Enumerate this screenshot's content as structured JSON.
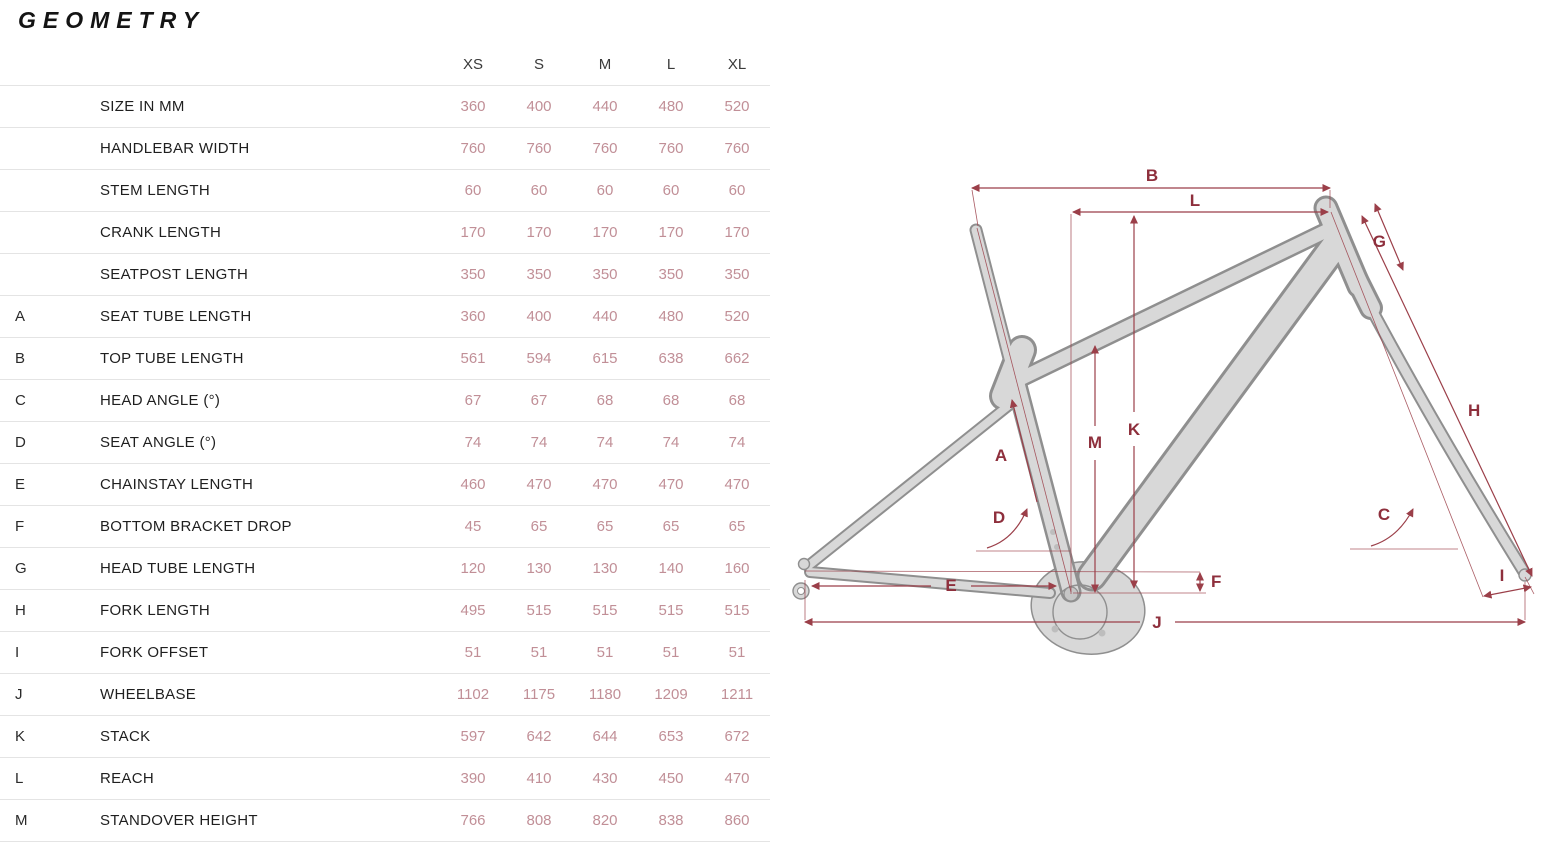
{
  "title": "GEOMETRY",
  "colors": {
    "accent": "#8e2f3c",
    "dimension_lines": "#9b3f49",
    "table_values": "#c18f97"
  },
  "table": {
    "columns": [
      "XS",
      "S",
      "M",
      "L",
      "XL"
    ],
    "rows": [
      {
        "letter": "",
        "label": "SIZE IN MM",
        "values": [
          "360",
          "400",
          "440",
          "480",
          "520"
        ]
      },
      {
        "letter": "",
        "label": "HANDLEBAR WIDTH",
        "values": [
          "760",
          "760",
          "760",
          "760",
          "760"
        ]
      },
      {
        "letter": "",
        "label": "STEM LENGTH",
        "values": [
          "60",
          "60",
          "60",
          "60",
          "60"
        ]
      },
      {
        "letter": "",
        "label": "CRANK LENGTH",
        "values": [
          "170",
          "170",
          "170",
          "170",
          "170"
        ]
      },
      {
        "letter": "",
        "label": "SEATPOST LENGTH",
        "values": [
          "350",
          "350",
          "350",
          "350",
          "350"
        ]
      },
      {
        "letter": "A",
        "label": "SEAT TUBE LENGTH",
        "values": [
          "360",
          "400",
          "440",
          "480",
          "520"
        ]
      },
      {
        "letter": "B",
        "label": "TOP TUBE LENGTH",
        "values": [
          "561",
          "594",
          "615",
          "638",
          "662"
        ]
      },
      {
        "letter": "C",
        "label": "HEAD ANGLE (°)",
        "values": [
          "67",
          "67",
          "68",
          "68",
          "68"
        ]
      },
      {
        "letter": "D",
        "label": "SEAT ANGLE (°)",
        "values": [
          "74",
          "74",
          "74",
          "74",
          "74"
        ]
      },
      {
        "letter": "E",
        "label": "CHAINSTAY LENGTH",
        "values": [
          "460",
          "470",
          "470",
          "470",
          "470"
        ]
      },
      {
        "letter": "F",
        "label": "BOTTOM BRACKET DROP",
        "values": [
          "45",
          "65",
          "65",
          "65",
          "65"
        ]
      },
      {
        "letter": "G",
        "label": "HEAD TUBE LENGTH",
        "values": [
          "120",
          "130",
          "130",
          "140",
          "160"
        ]
      },
      {
        "letter": "H",
        "label": "FORK LENGTH",
        "values": [
          "495",
          "515",
          "515",
          "515",
          "515"
        ]
      },
      {
        "letter": "I",
        "label": "FORK OFFSET",
        "values": [
          "51",
          "51",
          "51",
          "51",
          "51"
        ]
      },
      {
        "letter": "J",
        "label": "WHEELBASE",
        "values": [
          "1102",
          "1175",
          "1180",
          "1209",
          "1211"
        ]
      },
      {
        "letter": "K",
        "label": "STACK",
        "values": [
          "597",
          "642",
          "644",
          "653",
          "672"
        ]
      },
      {
        "letter": "L",
        "label": "REACH",
        "values": [
          "390",
          "410",
          "430",
          "450",
          "470"
        ]
      },
      {
        "letter": "M",
        "label": "STANDOVER HEIGHT",
        "values": [
          "766",
          "808",
          "820",
          "838",
          "860"
        ]
      }
    ]
  },
  "diagram": {
    "labels": {
      "A": "A",
      "B": "B",
      "C": "C",
      "D": "D",
      "E": "E",
      "F": "F",
      "G": "G",
      "H": "H",
      "I": "I",
      "J": "J",
      "K": "K",
      "L": "L",
      "M": "M"
    }
  }
}
